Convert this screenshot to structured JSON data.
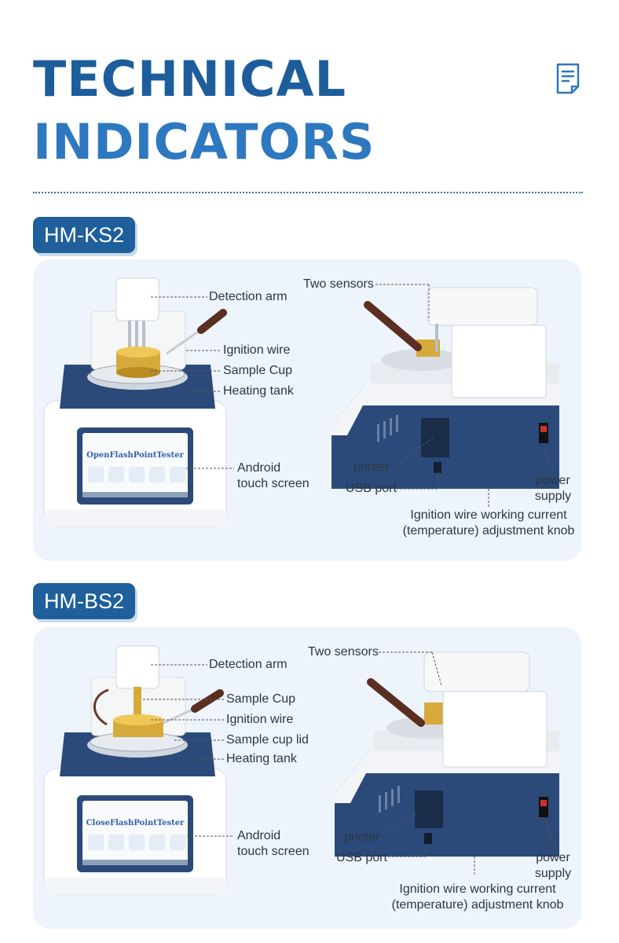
{
  "header": {
    "title_line1": "TECHNICAL",
    "title_line2": "INDICATORS",
    "icon": "document-icon"
  },
  "colors": {
    "title_primary": "#1d5d9b",
    "title_secondary": "#2e78c0",
    "pill": "#1e5f9c",
    "panel_bg": "#edf4fb",
    "device_blue": "#2b4a7a"
  },
  "products": [
    {
      "model": "HM-KS2",
      "screen_title": "OpenFlashPointTester",
      "labels": {
        "detection_arm": "Detection arm",
        "ignition_wire": "Ignition wire",
        "sample_cup": "Sample Cup",
        "heating_tank": "Heating tank",
        "android_line1": "Android",
        "android_line2": "touch screen",
        "two_sensors": "Two sensors",
        "printer": "printer",
        "usb_port": "USB port",
        "power_line1": "power",
        "power_line2": "supply",
        "knob_line1": "Ignition wire working current",
        "knob_line2": "(temperature) adjustment knob"
      }
    },
    {
      "model": "HM-BS2",
      "screen_title": "CloseFlashPointTester",
      "labels": {
        "detection_arm": "Detection arm",
        "sample_cup": "Sample Cup",
        "ignition_wire": "Ignition wire",
        "sample_cup_lid": "Sample cup lid",
        "heating_tank": "Heating tank",
        "android_line1": "Android",
        "android_line2": "touch screen",
        "two_sensors": "Two sensors",
        "printer": "printer",
        "usb_port": "USB port",
        "power_line1": "power",
        "power_line2": "supply",
        "knob_line1": "Ignition wire working current",
        "knob_line2": "(temperature) adjustment knob"
      }
    }
  ]
}
